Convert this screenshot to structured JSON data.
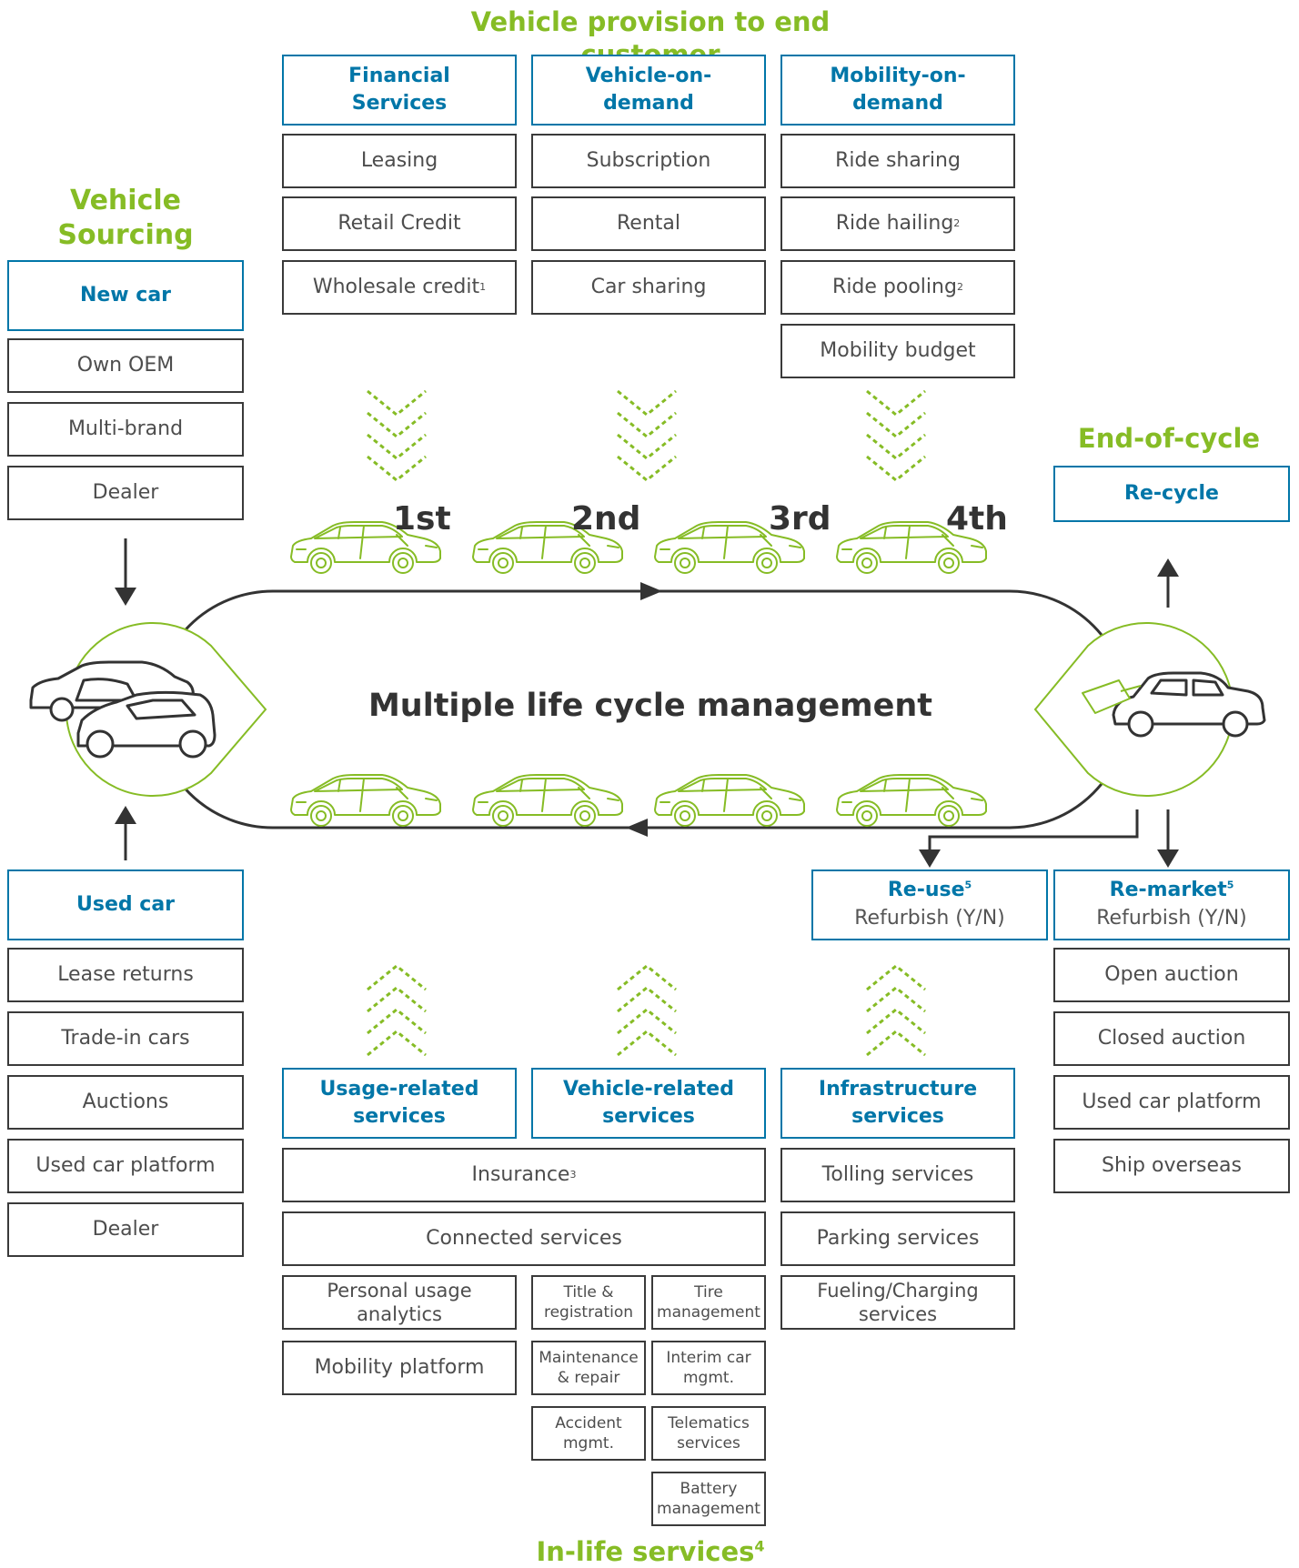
{
  "headings": {
    "top": "Vehicle provision to end customer",
    "vehicle_sourcing": "Vehicle Sourcing",
    "end_of_cycle": "End-of-cycle",
    "in_life": "In-life services",
    "in_life_sup": "4"
  },
  "center_title": "Multiple life cycle management",
  "cycles": [
    "1st",
    "2nd",
    "3rd",
    "4th"
  ],
  "financial": {
    "title": "Financial Services",
    "items": [
      "Leasing",
      "Retail Credit",
      "Wholesale credit"
    ],
    "sups": [
      "",
      "",
      "1"
    ]
  },
  "vehicle_on_demand": {
    "title": "Vehicle-on-demand",
    "items": [
      "Subscription",
      "Rental",
      "Car sharing"
    ]
  },
  "mobility_on_demand": {
    "title": "Mobility-on-demand",
    "items": [
      "Ride sharing",
      "Ride hailing",
      "Ride pooling",
      "Mobility budget"
    ],
    "sups": [
      "",
      "2",
      "2",
      ""
    ]
  },
  "new_car": {
    "title": "New car",
    "items": [
      "Own OEM",
      "Multi-brand",
      "Dealer"
    ]
  },
  "used_car": {
    "title": "Used car",
    "items": [
      "Lease returns",
      "Trade-in cars",
      "Auctions",
      "Used car platform",
      "Dealer"
    ]
  },
  "recycle": {
    "title": "Re-cycle"
  },
  "reuse": {
    "title": "Re-use",
    "sup": "5",
    "subtitle": "Refurbish (Y/N)"
  },
  "remarket": {
    "title": "Re-market",
    "sup": "5",
    "subtitle": "Refurbish (Y/N)",
    "items": [
      "Open auction",
      "Closed auction",
      "Used car platform",
      "Ship overseas"
    ]
  },
  "usage_services": {
    "title": "Usage-related services"
  },
  "vehicle_services": {
    "title": "Vehicle-related services"
  },
  "infra_services": {
    "title": "Infrastructure services",
    "items": [
      "Tolling services",
      "Parking services",
      "Fueling/Charging services"
    ]
  },
  "shared": {
    "insurance": "Insurance",
    "insurance_sup": "3",
    "connected": "Connected services"
  },
  "usage_items": [
    "Personal usage analytics",
    "Mobility platform"
  ],
  "vehicle_items": {
    "title_registration": "Title & registration",
    "tire_management": "Tire management",
    "maintenance": "Maintenance & repair",
    "interim": "Interim car mgmt.",
    "accident": "Accident mgmt.",
    "telematics": "Telematics services",
    "battery": "Battery management"
  },
  "colors": {
    "green": "#86bc25",
    "blue": "#0076a8",
    "dark": "#3a3a3a"
  }
}
